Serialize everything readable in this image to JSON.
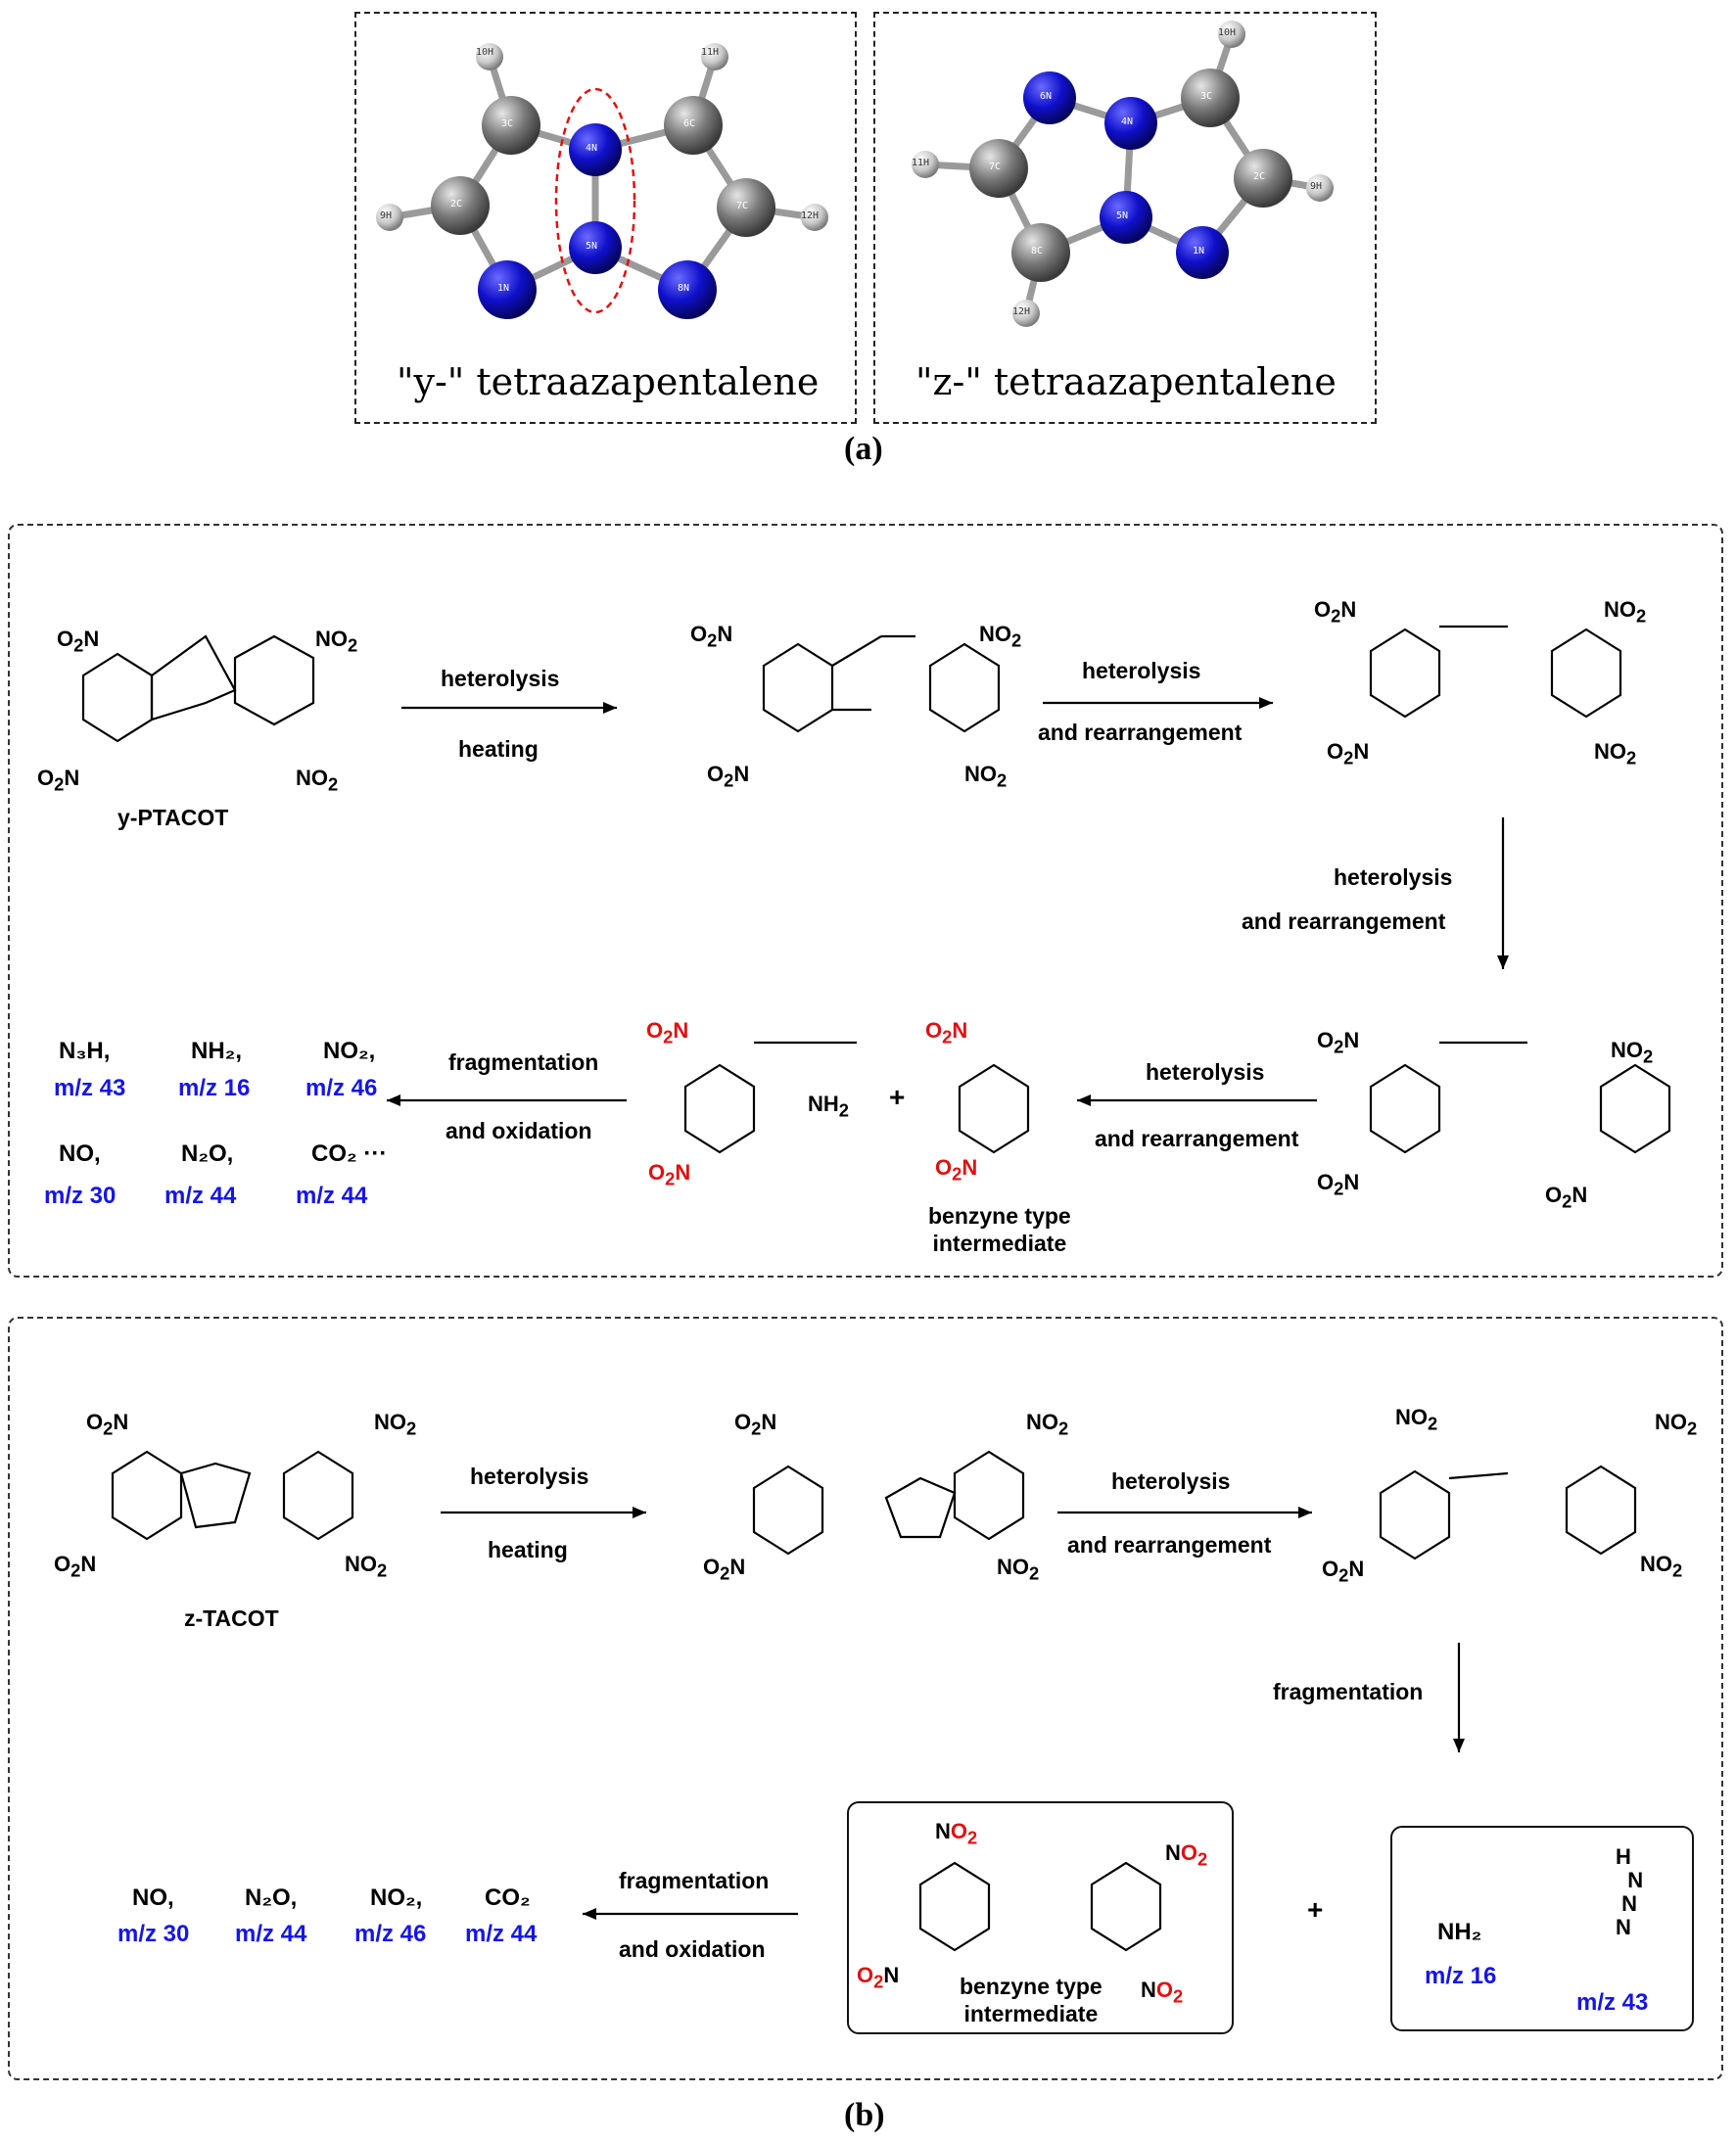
{
  "panel_a": {
    "label": "(a)",
    "y_caption": "\"y-\" tetraazapentalene",
    "z_caption": "\"z-\" tetraazapentalene",
    "y_atoms": [
      "10H",
      "3C",
      "4N",
      "6C",
      "11H",
      "9H",
      "2C",
      "5N",
      "7C",
      "12H",
      "1N",
      "8N"
    ],
    "z_atoms": [
      "10H",
      "6N",
      "4N",
      "3C",
      "11H",
      "7C",
      "5N",
      "2C",
      "9H",
      "8C",
      "1N",
      "12H"
    ]
  },
  "panel_b": {
    "label": "(b)",
    "y_scheme": {
      "start_compound": "y-PTACOT",
      "arrow1_top": "heterolysis",
      "arrow1_bottom": "heating",
      "arrow2_top": "heterolysis",
      "arrow2_bottom": "and rearrangement",
      "arrow3_top": "heterolysis",
      "arrow3_bottom": "and rearrangement",
      "arrow4_top": "heterolysis",
      "arrow4_bottom": "and rearrangement",
      "arrow5_top": "fragmentation",
      "arrow5_bottom": "and oxidation",
      "intermediate_line1": "benzyne type",
      "intermediate_line2": "intermediate",
      "fragments": [
        {
          "formula": "N₃H,",
          "mz": "m/z 43"
        },
        {
          "formula": "NH₂,",
          "mz": "m/z 16"
        },
        {
          "formula": "NO₂,",
          "mz": "m/z 46"
        },
        {
          "formula": "NO,",
          "mz": "m/z 30"
        },
        {
          "formula": "N₂O,",
          "mz": "m/z 44"
        },
        {
          "formula": "CO₂ ···",
          "mz": "m/z 44"
        }
      ]
    },
    "z_scheme": {
      "start_compound": "z-TACOT",
      "arrow1_top": "heterolysis",
      "arrow1_bottom": "heating",
      "arrow2_top": "heterolysis",
      "arrow2_bottom": "and rearrangement",
      "arrow3_label": "fragmentation",
      "arrow4_top": "fragmentation",
      "arrow4_bottom": "and oxidation",
      "intermediate_line1": "benzyne type",
      "intermediate_line2": "intermediate",
      "fragments": [
        {
          "formula": "NO,",
          "mz": "m/z 30"
        },
        {
          "formula": "N₂O,",
          "mz": "m/z 44"
        },
        {
          "formula": "NO₂,",
          "mz": "m/z 46"
        },
        {
          "formula": "CO₂",
          "mz": "m/z 44"
        }
      ],
      "nh2_label": "NH₂",
      "nh2_mz": "m/z 16",
      "n3h_mz": "m/z 43"
    }
  },
  "colors": {
    "nitrogen": "#1010cc",
    "carbon": "#7a7a7a",
    "hydrogen": "#c8c8c8",
    "mz": "#1515e6",
    "oxygen": "#e01010"
  }
}
